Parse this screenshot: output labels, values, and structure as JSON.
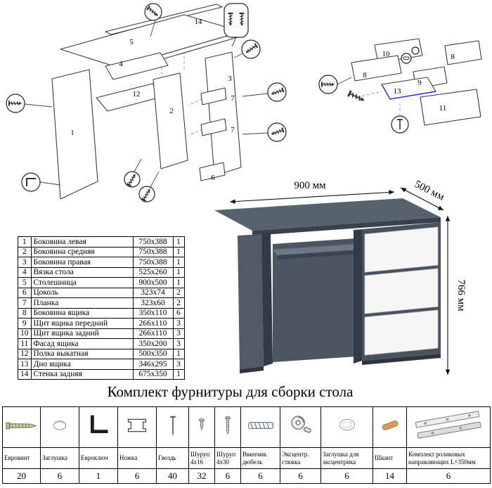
{
  "title": "Комплект фурнитуры для сборки стола",
  "desk_dimensions": {
    "width": "900 мм",
    "depth": "500 мм",
    "height": "766 мм"
  },
  "left_diagram": {
    "labels": {
      "p1": "1",
      "p2": "2",
      "p3": "3",
      "p4": "4",
      "p5": "5",
      "p6": "6",
      "p7a": "7",
      "p7b": "7",
      "p12": "12",
      "p14": "14"
    }
  },
  "right_diagram": {
    "labels": {
      "p8a": "8",
      "p8b": "8",
      "p9": "9",
      "p10": "10",
      "p11": "11",
      "p13": "13"
    }
  },
  "parts_table": {
    "rows": [
      {
        "num": "1",
        "name": "Боковина левая",
        "size": "750х388",
        "qty": "1"
      },
      {
        "num": "2",
        "name": "Боковина средняя",
        "size": "750х388",
        "qty": "1"
      },
      {
        "num": "3",
        "name": "Боковина правая",
        "size": "750х388",
        "qty": "1"
      },
      {
        "num": "4",
        "name": "Вязка стола",
        "size": "525х260",
        "qty": "1"
      },
      {
        "num": "5",
        "name": "Столешница",
        "size": "900х500",
        "qty": "1"
      },
      {
        "num": "6",
        "name": "Цоколь",
        "size": "323х74",
        "qty": "2"
      },
      {
        "num": "7",
        "name": "Планка",
        "size": "323х60",
        "qty": "2"
      },
      {
        "num": "8",
        "name": "Боковина ящика",
        "size": "350х110",
        "qty": "6"
      },
      {
        "num": "9",
        "name": "Щит ящика передний",
        "size": "266х110",
        "qty": "3"
      },
      {
        "num": "10",
        "name": "Щит ящика задний",
        "size": "266х110",
        "qty": "3"
      },
      {
        "num": "11",
        "name": "Фасад ящика",
        "size": "350х200",
        "qty": "3"
      },
      {
        "num": "12",
        "name": "Полка выкатная",
        "size": "500х350",
        "qty": "1"
      },
      {
        "num": "13",
        "name": "Дно ящика",
        "size": "346х295",
        "qty": "3"
      },
      {
        "num": "14",
        "name": "Стенка задняя",
        "size": "675х350",
        "qty": "1"
      }
    ]
  },
  "hardware_table": {
    "items": [
      {
        "name": "Евровинт",
        "qty": "20",
        "icon": "euroscrew-icon"
      },
      {
        "name": "Заглушка",
        "qty": "6",
        "icon": "cap-icon"
      },
      {
        "name": "Евроключ",
        "qty": "1",
        "icon": "hex-key-icon"
      },
      {
        "name": "Ножка",
        "qty": "6",
        "icon": "foot-icon"
      },
      {
        "name": "Гвоздь",
        "qty": "40",
        "icon": "nail-icon"
      },
      {
        "name": "Шуруп 4х16",
        "qty": "32",
        "icon": "screw-4x16-icon"
      },
      {
        "name": "Шуруп 4х30",
        "qty": "6",
        "icon": "screw-4x30-icon"
      },
      {
        "name": "Ввинчив. дюбель",
        "qty": "6",
        "icon": "screw-in-dowel-icon"
      },
      {
        "name": "Эксцентр. стяжка",
        "qty": "6",
        "icon": "cam-lock-icon"
      },
      {
        "name": "Заглушка для эксцентрика",
        "qty": "6",
        "icon": "cam-cap-icon"
      },
      {
        "name": "Шкант",
        "qty": "14",
        "icon": "wooden-dowel-icon"
      },
      {
        "name": "Комплект роликовых направляющих L=350мм",
        "qty": "6",
        "icon": "drawer-slides-icon"
      }
    ]
  }
}
